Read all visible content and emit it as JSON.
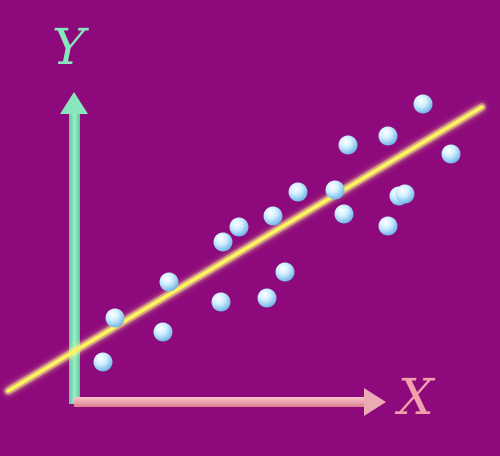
{
  "chart_data": {
    "type": "scatter",
    "title": "",
    "xlabel": "X",
    "ylabel": "Y",
    "grid": false,
    "legend": "none",
    "points": [
      {
        "x": 2.8,
        "y": 4.0
      },
      {
        "x": 4.0,
        "y": 8.4
      },
      {
        "x": 8.8,
        "y": 7.0
      },
      {
        "x": 9.4,
        "y": 12.0
      },
      {
        "x": 14.6,
        "y": 10.0
      },
      {
        "x": 14.8,
        "y": 16.0
      },
      {
        "x": 16.4,
        "y": 17.5
      },
      {
        "x": 19.2,
        "y": 10.4
      },
      {
        "x": 19.8,
        "y": 18.6
      },
      {
        "x": 21.0,
        "y": 13.0
      },
      {
        "x": 22.3,
        "y": 21.0
      },
      {
        "x": 26.0,
        "y": 21.2
      },
      {
        "x": 26.9,
        "y": 18.8
      },
      {
        "x": 27.3,
        "y": 25.7
      },
      {
        "x": 31.3,
        "y": 17.6
      },
      {
        "x": 31.3,
        "y": 26.6
      },
      {
        "x": 32.4,
        "y": 20.6
      },
      {
        "x": 33.0,
        "y": 20.8
      },
      {
        "x": 34.8,
        "y": 29.8
      },
      {
        "x": 37.6,
        "y": 24.8
      }
    ],
    "trend_line": {
      "from": {
        "x": -6.7,
        "y": 1.1
      },
      "to": {
        "x": 40.7,
        "y": 29.5
      }
    },
    "colors": {
      "background": "#8e0a7c",
      "y_axis": "#7fe0b4",
      "x_axis": "#f2a0ab",
      "trend_line": "#fff45c",
      "point": "#b7e4ff"
    }
  }
}
